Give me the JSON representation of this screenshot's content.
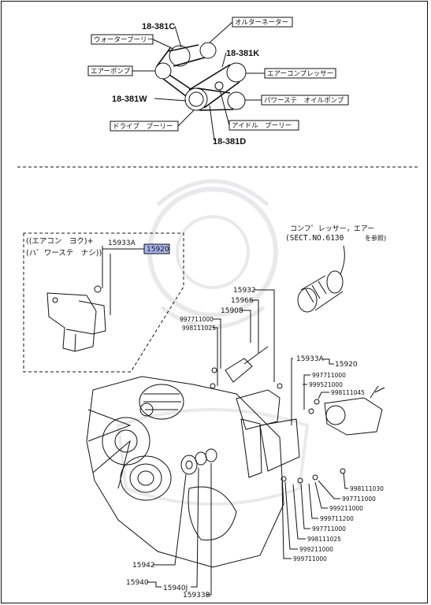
{
  "belt_diagram": {
    "belts": [
      "18-381C",
      "18-381K",
      "18-381W",
      "18-381D"
    ],
    "pulleys": {
      "alternator": "オルターネーター",
      "water_pump": "ウォーターブーリー",
      "air_pump": "エアーポンプ",
      "ac_compressor": "エアーコンプレッサー",
      "power_steering_pump": "パワーステ　オイルポンプ",
      "drive_pulley": "ドライブ　プーリー",
      "idler_pulley": "アイドル　プーリー"
    }
  },
  "note": {
    "line1": "コンフ゜レッサー，エアー",
    "line2": "(SECT.NO.6130",
    "line2_suffix": "を参照)"
  },
  "inset": {
    "line1": "((エアコン　ヨク)+",
    "line2": "(ハ゜ワーステ　ナシ))",
    "part_a": "15933A",
    "part_b": "15920"
  },
  "parts": {
    "p15932": "15932",
    "p15966": "15966",
    "p15908": "15908",
    "p997711000a": "997711000",
    "p998111025a": "998111025",
    "p15933A": "15933A",
    "p15920": "15920",
    "p997711000b": "997711000",
    "p999521000": "999521000",
    "p998111045": "998111045",
    "p998111030": "998111030",
    "p997711000c": "997711000",
    "p999211000a": "999211000",
    "p999711200": "999711200",
    "p997711000d": "997711000",
    "p998111025b": "998111025",
    "p999211000b": "999211000",
    "p999711000": "999711000",
    "p15942": "15942",
    "p15940": "15940",
    "p15940J": "15940J",
    "p15933B": "15933B"
  },
  "colors": {
    "highlight": "#a9b4ee",
    "ink": "#111111"
  }
}
